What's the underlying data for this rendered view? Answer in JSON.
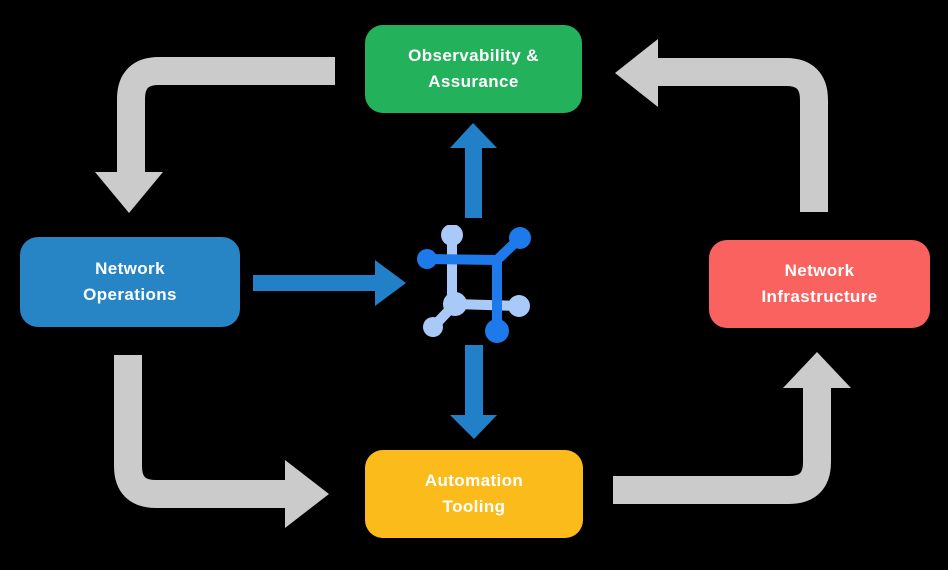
{
  "diagram": {
    "background": "#000000",
    "text_color": "#FFFFFF",
    "boxes": {
      "observability": {
        "label": "Observability &\nAssurance",
        "color": "#23B15B"
      },
      "operations": {
        "label": "Network\nOperations",
        "color": "#2785C6"
      },
      "infrastructure": {
        "label": "Network\nInfrastructure",
        "color": "#F9625E"
      },
      "automation": {
        "label": "Automation\nTooling",
        "color": "#FBBC1B"
      }
    },
    "center_icon": {
      "name": "network-mesh-icon",
      "dark_blue": "#1E7AEA",
      "light_blue": "#A9C9F9"
    },
    "arrows": {
      "blue_color": "#2180C8",
      "gray_color": "#CBCBCB",
      "blue_flows": [
        "network-operations to center-icon",
        "center-icon to observability-assurance",
        "center-icon to automation-tooling"
      ],
      "gray_flows": [
        "observability-assurance to network-operations",
        "network-operations to automation-tooling",
        "automation-tooling to network-infrastructure",
        "network-infrastructure to observability-assurance"
      ]
    }
  }
}
